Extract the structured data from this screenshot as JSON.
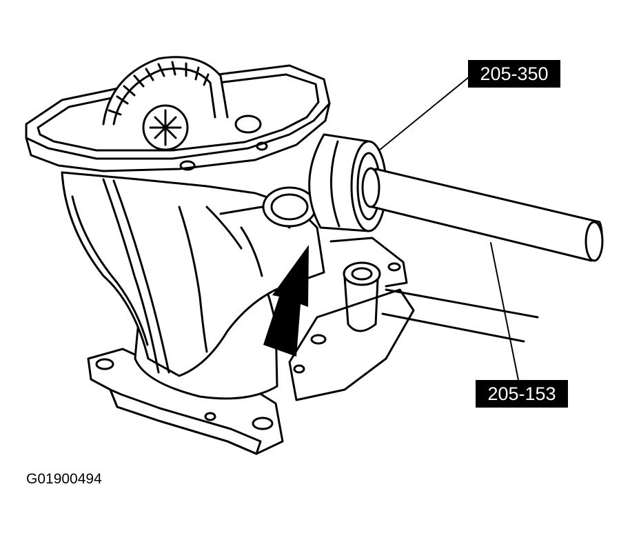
{
  "callouts": {
    "tool_1": "205-350",
    "tool_2": "205-153"
  },
  "figure_id": "G01900494",
  "colors": {
    "line": "#000000",
    "background": "#ffffff",
    "callout_text": "#ffffff"
  }
}
